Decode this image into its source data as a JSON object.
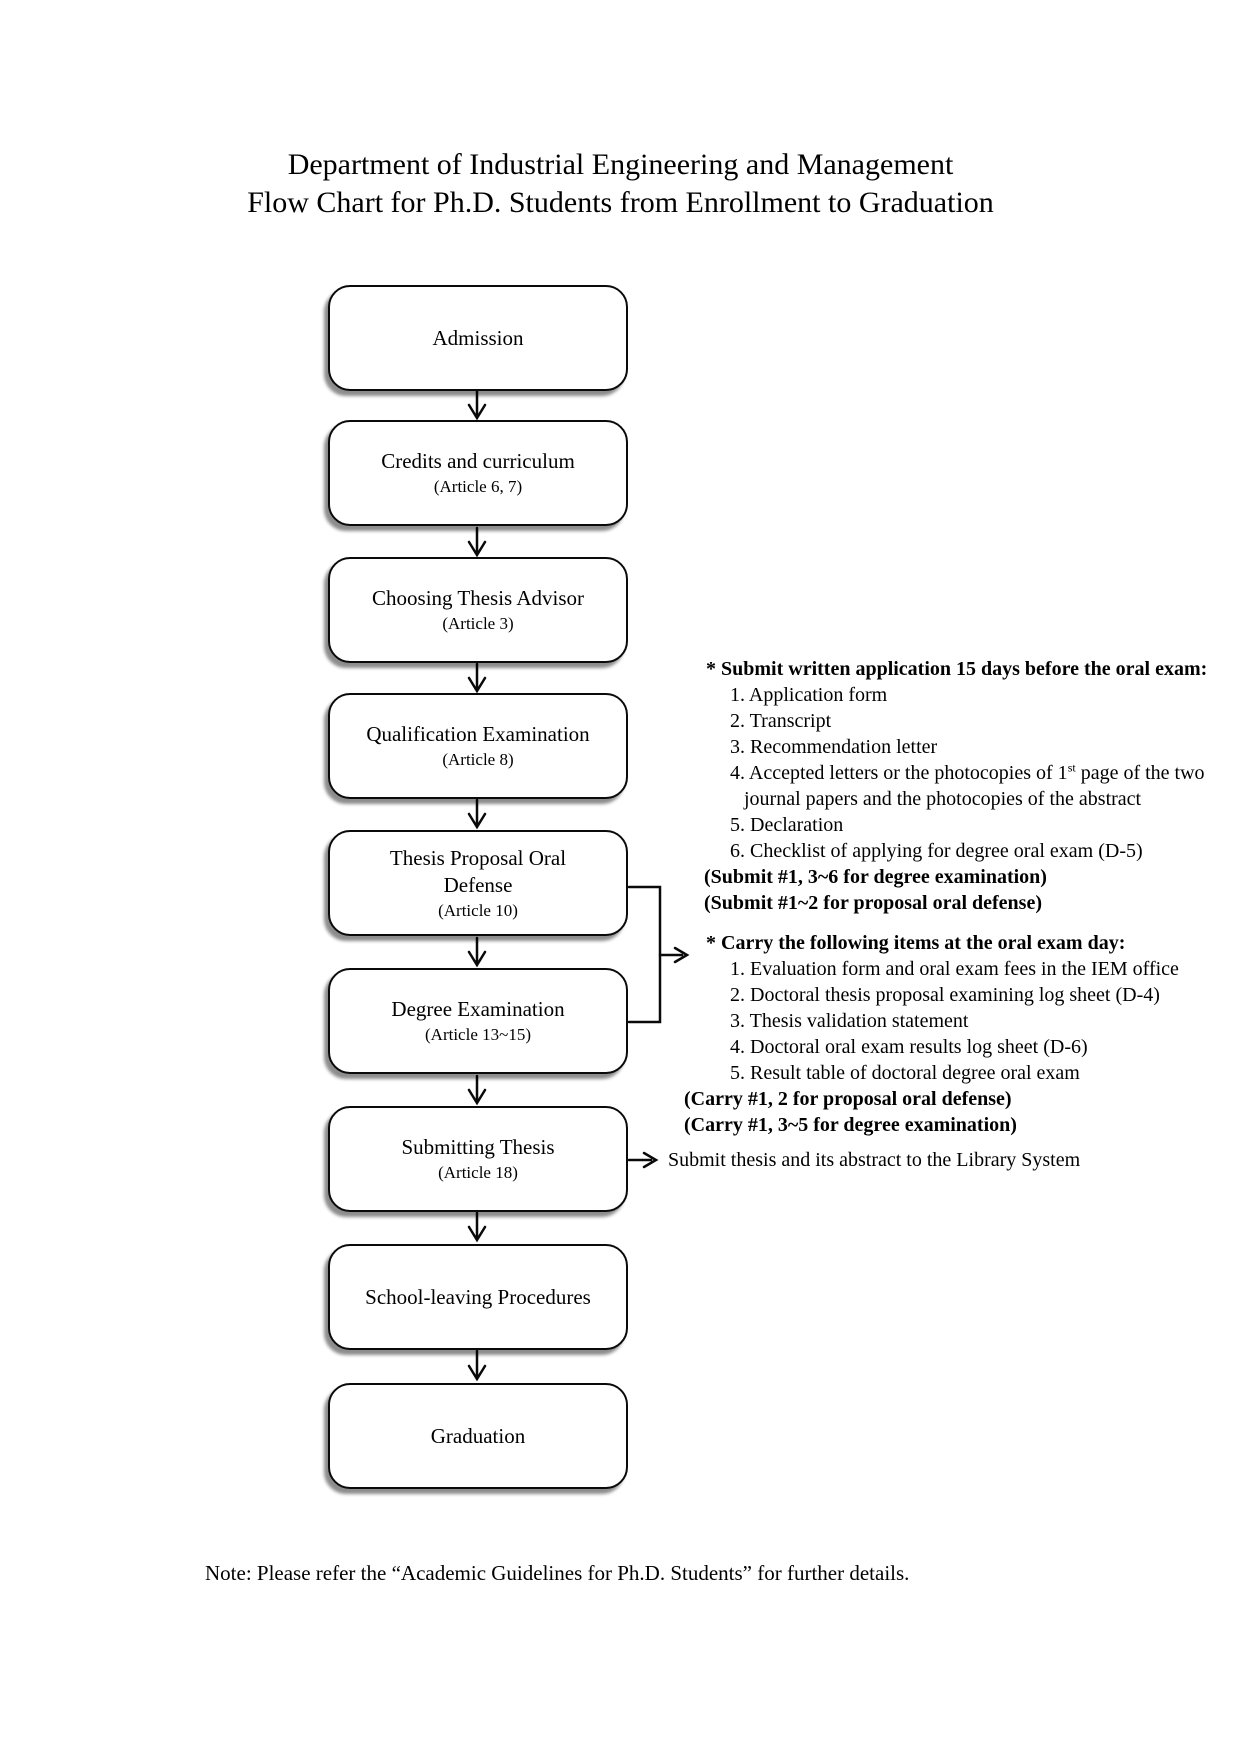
{
  "title": {
    "line1": "Department of Industrial Engineering and Management",
    "line2": "Flow Chart for Ph.D. Students from Enrollment to Graduation"
  },
  "flowchart": {
    "steps": [
      {
        "title": "Admission",
        "article": ""
      },
      {
        "title": "Credits and curriculum",
        "article": "(Article 6, 7)"
      },
      {
        "title": "Choosing Thesis Advisor",
        "article": "(Article 3)"
      },
      {
        "title": "Qualification Examination",
        "article": "(Article 8)"
      },
      {
        "title": "Thesis Proposal Oral Defense",
        "article": "(Article 10)"
      },
      {
        "title": "Degree Examination",
        "article": "(Article 13~15)"
      },
      {
        "title": "Submitting Thesis",
        "article": "(Article 18)"
      },
      {
        "title": "School-leaving Procedures",
        "article": ""
      },
      {
        "title": "Graduation",
        "article": ""
      }
    ]
  },
  "annotations": {
    "submit_block": {
      "header": "* Submit written application 15 days before the oral exam:",
      "item1": "1. Application form",
      "item2": "2. Transcript",
      "item3": "3. Recommendation letter",
      "item4": {
        "before": "4. Accepted letters or the photocopies of 1",
        "sup": "st",
        "after": " page of the two"
      },
      "item4_cont": "journal papers and the photocopies of the abstract",
      "item5": "5. Declaration",
      "item6": "6. Checklist of applying for degree oral exam (D-5)",
      "note1": "(Submit #1, 3~6 for degree examination)",
      "note2": "(Submit #1~2 for proposal oral defense)"
    },
    "carry_block": {
      "header": "* Carry the following items at the oral exam day:",
      "item1": "1. Evaluation form and oral exam fees in the IEM office",
      "item2": "2. Doctoral thesis proposal examining log sheet (D-4)",
      "item3": "3. Thesis validation statement",
      "item4": "4. Doctoral oral exam results log sheet (D-6)",
      "item5": "5. Result table of doctoral degree oral exam",
      "note1": "(Carry #1, 2 for proposal oral defense)",
      "note2": "(Carry #1, 3~5 for degree examination)"
    },
    "library_note": "Submit thesis and its abstract to the Library System"
  },
  "footer": {
    "note": "Note: Please refer the “Academic Guidelines for Ph.D. Students” for further details."
  },
  "colors": {
    "ink": "#000000",
    "background": "#ffffff"
  }
}
